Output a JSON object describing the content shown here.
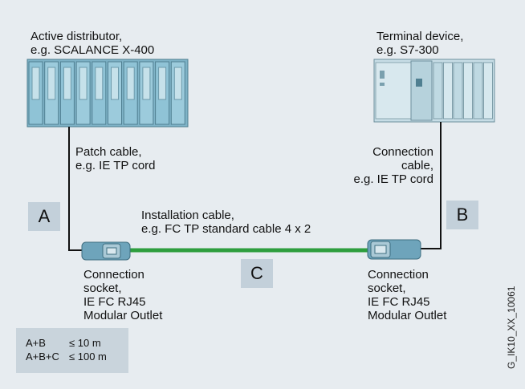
{
  "labels": {
    "distributor": "Active distributor,\ne.g. SCALANCE X-400",
    "terminal": "Terminal device,\ne.g. S7-300",
    "patch": "Patch cable,\ne.g. IE TP cord",
    "connection_cable": "Connection\ncable,\ne.g. IE TP cord",
    "installation": "Installation cable,\ne.g. FC TP standard cable 4 x 2",
    "socket_left": "Connection\nsocket,\nIE FC RJ45\nModular Outlet",
    "socket_right": "Connection\nsocket,\nIE FC RJ45\nModular Outlet"
  },
  "segments": {
    "a": "A",
    "b": "B",
    "c": "C"
  },
  "legend": {
    "row1_key": "A+B",
    "row1_val": "≤ 10 m",
    "row2_key": "A+B+C",
    "row2_val": "≤ 100 m"
  },
  "figure_code": "G_IK10_XX_10061",
  "colors": {
    "background": "#e7ecf0",
    "cable_green": "#2e9e3e",
    "device_blue": "#8fc3d6",
    "label_box": "#c3d0da"
  }
}
